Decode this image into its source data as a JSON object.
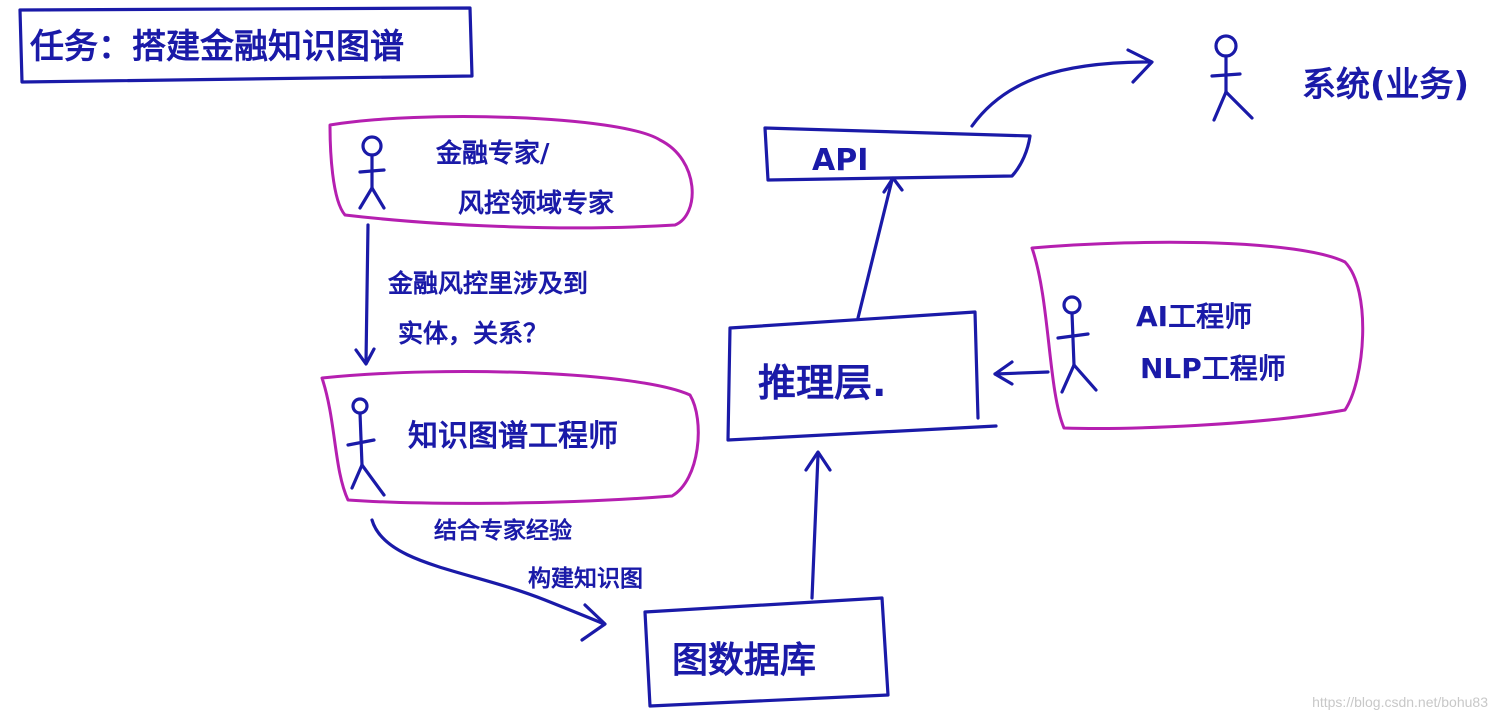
{
  "task_title": "任务：搭建金融知识图谱",
  "nodes": {
    "expert_line1": "金融专家/",
    "expert_line2": "风控领域专家",
    "kg_engineer": "知识图谱工程师",
    "ai_line1": "AI工程师",
    "ai_line2": "NLP工程师",
    "reasoning_layer": "推理层.",
    "api": "API",
    "graph_db": "图数据库",
    "business_system": "系统(业务)"
  },
  "edges": {
    "expert_to_kg_line1": "金融风控里涉及到",
    "expert_to_kg_line2": "实体，关系？",
    "kg_to_db_line1": "结合专家经验",
    "kg_to_db_line2": "构建知识图"
  },
  "watermark": "https://blog.csdn.net/bohu83",
  "colors": {
    "ink": "#1a1aa8",
    "highlight": "#b51fb0"
  }
}
